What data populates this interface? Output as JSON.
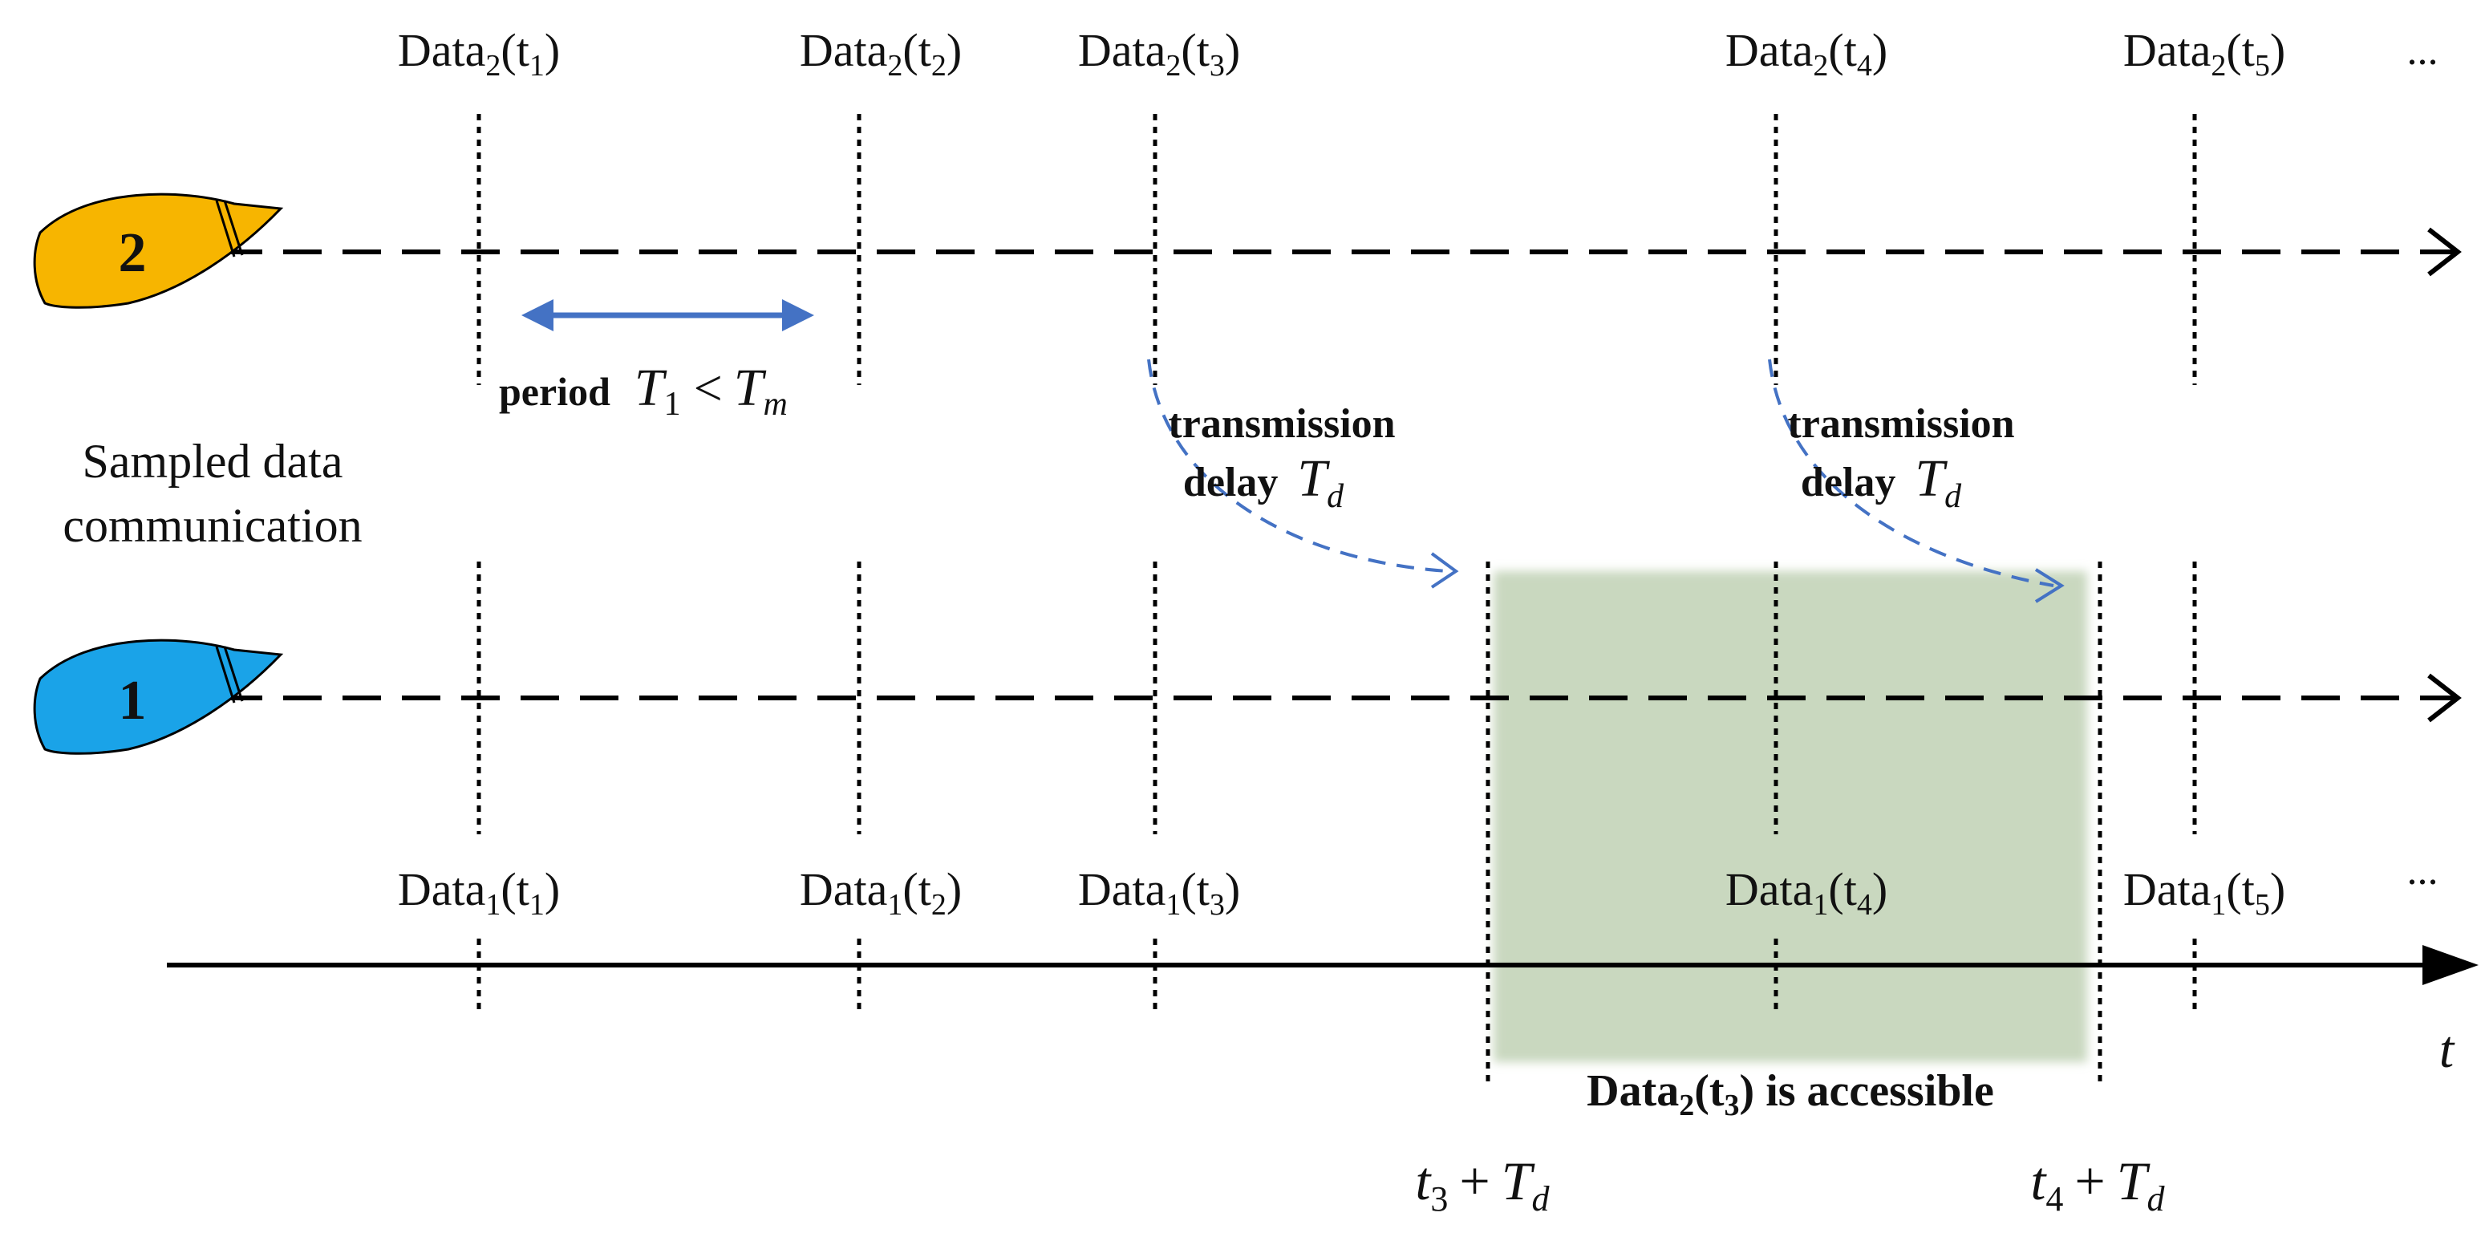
{
  "vessels": [
    {
      "id": "2",
      "label": "2",
      "color": "#f7b500"
    },
    {
      "id": "1",
      "label": "1",
      "color": "#1aa3e8"
    }
  ],
  "upper_samples": [
    {
      "base": "Data",
      "sub": "2",
      "time": "t",
      "tsub": "1"
    },
    {
      "base": "Data",
      "sub": "2",
      "time": "t",
      "tsub": "2"
    },
    {
      "base": "Data",
      "sub": "2",
      "time": "t",
      "tsub": "3"
    },
    {
      "base": "Data",
      "sub": "2",
      "time": "t",
      "tsub": "4"
    },
    {
      "base": "Data",
      "sub": "2",
      "time": "t",
      "tsub": "5"
    }
  ],
  "lower_samples": [
    {
      "base": "Data",
      "sub": "1",
      "time": "t",
      "tsub": "1"
    },
    {
      "base": "Data",
      "sub": "1",
      "time": "t",
      "tsub": "2"
    },
    {
      "base": "Data",
      "sub": "1",
      "time": "t",
      "tsub": "3"
    },
    {
      "base": "Data",
      "sub": "1",
      "time": "t",
      "tsub": "4"
    },
    {
      "base": "Data",
      "sub": "1",
      "time": "t",
      "tsub": "5"
    }
  ],
  "ellipsis": "...",
  "left_label": {
    "line1": "Sampled data",
    "line2": "communication"
  },
  "period": {
    "word": "period",
    "var1": "T",
    "sub1": "1",
    "op": "<",
    "var2": "T",
    "sub2": "m"
  },
  "delay": {
    "word1": "transmission",
    "word2": "delay",
    "var": "T",
    "sub": "d"
  },
  "accessible": {
    "pre": "Data",
    "sub": "2",
    "mid": "(t",
    "tsub": "3",
    "post": ") is accessible"
  },
  "time_marks": [
    {
      "var": "t",
      "sub": "3",
      "op": "+",
      "var2": "T",
      "sub2": "d"
    },
    {
      "var": "t",
      "sub": "4",
      "op": "+",
      "var2": "T",
      "sub2": "d"
    }
  ],
  "axis_label": "t",
  "colors": {
    "arrow": "#4472c4",
    "window": "#c9d8bf",
    "line": "#000000"
  }
}
